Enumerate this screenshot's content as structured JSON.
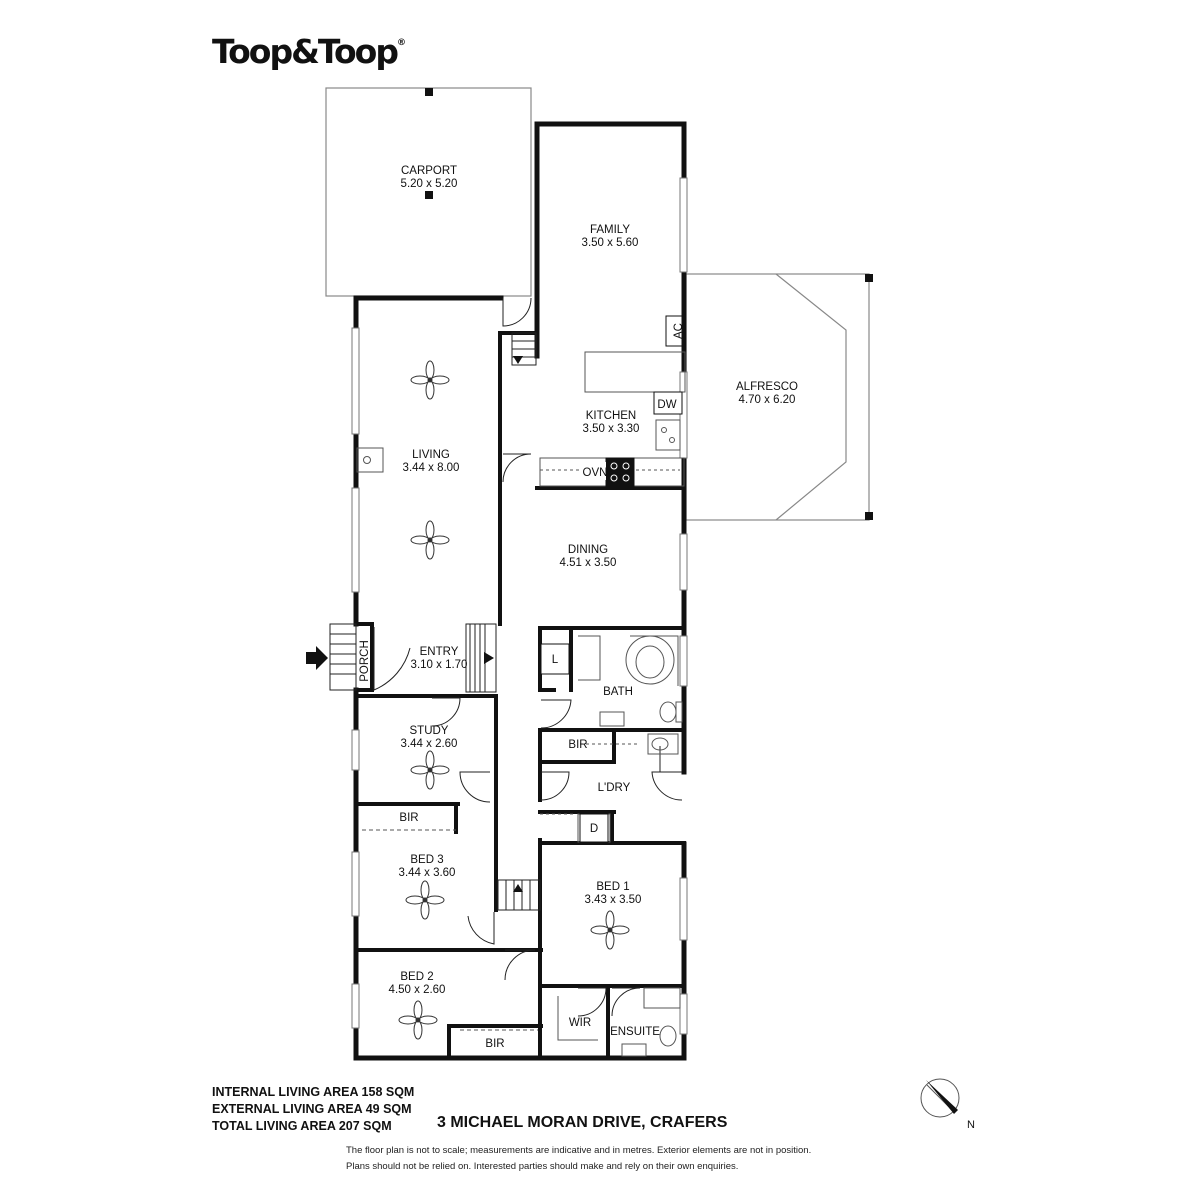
{
  "brand": {
    "name": "Toop&Toop",
    "mark": "®"
  },
  "rooms": {
    "carport": {
      "name": "CARPORT",
      "dims": "5.20 x 5.20"
    },
    "family": {
      "name": "FAMILY",
      "dims": "3.50 x 5.60"
    },
    "alfresco": {
      "name": "ALFRESCO",
      "dims": "4.70 x 6.20"
    },
    "kitchen": {
      "name": "KITCHEN",
      "dims": "3.50 x 3.30"
    },
    "living": {
      "name": "LIVING",
      "dims": "3.44 x 8.00"
    },
    "dining": {
      "name": "DINING",
      "dims": "4.51 x 3.50"
    },
    "entry": {
      "name": "ENTRY",
      "dims": "3.10 x 1.70"
    },
    "porch": {
      "name": "PORCH"
    },
    "bath": {
      "name": "BATH"
    },
    "study": {
      "name": "STUDY",
      "dims": "3.44 x 2.60"
    },
    "bir_main": {
      "name": "BIR"
    },
    "laundry": {
      "name": "L'DRY"
    },
    "bir_bed3": {
      "name": "BIR"
    },
    "bed3": {
      "name": "BED 3",
      "dims": "3.44 x 3.60"
    },
    "bed1": {
      "name": "BED 1",
      "dims": "3.43 x 3.50"
    },
    "bed2": {
      "name": "BED 2",
      "dims": "4.50 x 2.60"
    },
    "wir": {
      "name": "WIR"
    },
    "ensuite": {
      "name": "ENSUITE"
    },
    "bir_bed2": {
      "name": "BIR"
    }
  },
  "fixtures": {
    "ac": "AC",
    "dw": "DW",
    "ovn": "OVN",
    "linen": "L",
    "dryer": "D"
  },
  "areas": {
    "internal": "INTERNAL LIVING AREA 158 SQM",
    "external": "EXTERNAL LIVING AREA 49 SQM",
    "total": "TOTAL LIVING AREA 207 SQM"
  },
  "address": "3 MICHAEL MORAN DRIVE, CRAFERS",
  "disclaimer": {
    "line1": "The floor plan is not to scale; measurements are indicative and in metres. Exterior elements are not in position.",
    "line2": "Plans should not be relied on. Interested parties should make and rely on their own enquiries."
  },
  "compass": {
    "label": "N"
  }
}
